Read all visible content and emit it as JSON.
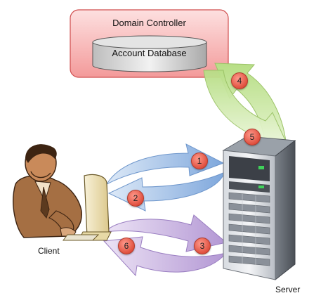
{
  "domain_controller": {
    "title": "Domain Controller",
    "database_label": "Account Database"
  },
  "nodes": {
    "client_label": "Client",
    "server_label": "Server"
  },
  "steps": [
    "1",
    "2",
    "3",
    "4",
    "5",
    "6"
  ],
  "colors": {
    "dc_box": "#f5a3a3",
    "blue_arrow": "#8fb4e3",
    "green_arrow": "#c6e59a",
    "purple_arrow": "#bfa6d9",
    "badge": "#e0503f"
  },
  "icons": [
    "database-icon",
    "person-at-computer-icon",
    "server-tower-icon"
  ]
}
